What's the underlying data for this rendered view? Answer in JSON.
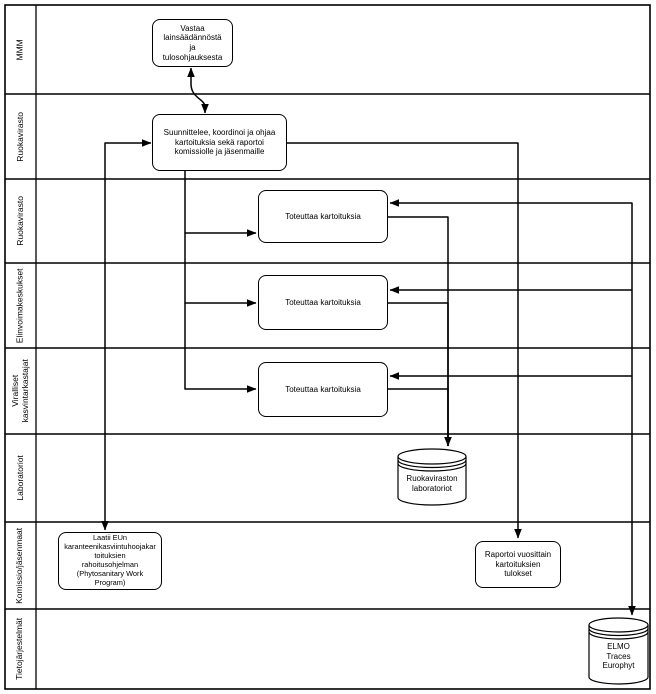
{
  "diagram_type": "bpmn-swimlane-flowchart",
  "colors": {
    "stroke": "#000000",
    "fill": "#ffffff",
    "text": "#000000"
  },
  "lanes": [
    {
      "id": "mmm",
      "label": "MMM"
    },
    {
      "id": "ruokavirasto-1",
      "label": "Ruokavirasto"
    },
    {
      "id": "ruokavirasto-2",
      "label": "Ruokavirasto"
    },
    {
      "id": "elinvoimakeskukset",
      "label": "Elinvoimakeskukset"
    },
    {
      "id": "viralliset-kasvintarkastajat",
      "label": "Viralliset\nkasvintarkastajat"
    },
    {
      "id": "laboratoriot",
      "label": "Laboratoriot"
    },
    {
      "id": "komissio-jasenmaat",
      "label": "Komissio/jäsenmaat"
    },
    {
      "id": "tietojarjestelmat",
      "label": "Tietojärjestelmät"
    }
  ],
  "nodes": {
    "vastaa": {
      "text": "Vastaa\nlainsäädännöstä\nja\ntulosohjauksesta"
    },
    "suunnittelee": {
      "text": "Suunnittelee, koordinoi ja ohjaa\nkartoituksia sekä raportoi\nkomissiolle ja jäsenmaille"
    },
    "toteuttaa1": {
      "text": "Toteuttaa kartoituksia"
    },
    "toteuttaa2": {
      "text": "Toteuttaa kartoituksia"
    },
    "toteuttaa3": {
      "text": "Toteuttaa kartoituksia"
    },
    "laatii": {
      "text": "Laatii EUn\nkaranteenikasviintuhoojakar\ntoituksien\nrahoitusohjelman\n(Phytosanitary Work\nProgram)"
    },
    "raportoi": {
      "text": "Raportoi vuosittain\nkartoituksien\ntulokset"
    },
    "labs_datastore": {
      "text": "Ruokaviraston\nlaboratoriot"
    },
    "elmo_datastore": {
      "text": "ELMO\nTraces\nEurophyt"
    }
  }
}
